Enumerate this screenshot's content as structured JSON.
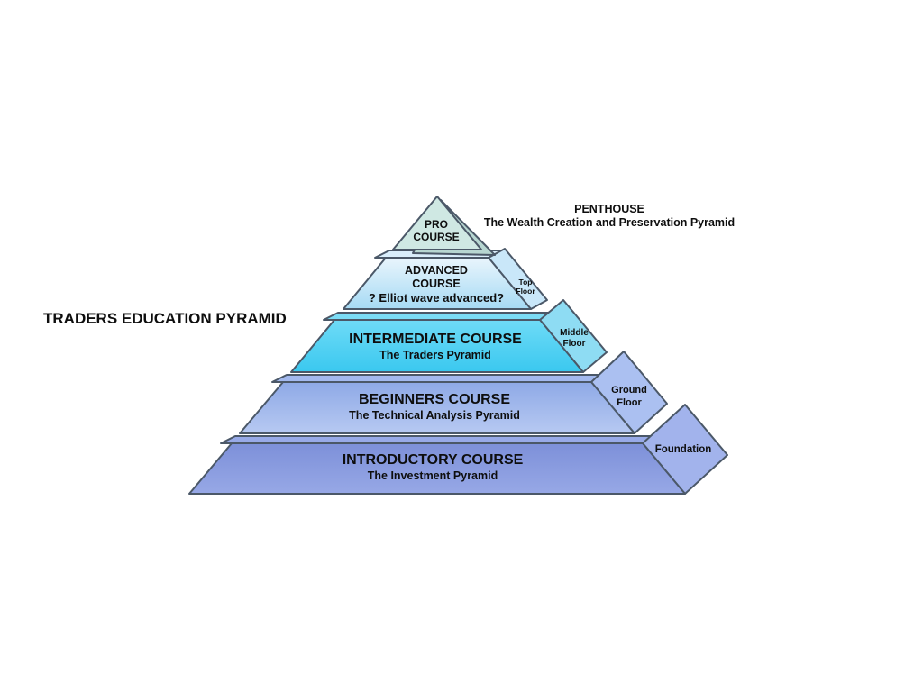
{
  "title": "TRADERS EDUCATION PYRAMID",
  "penthouse": {
    "title": "PENTHOUSE",
    "subtitle": "The Wealth Creation and Preservation Pyramid"
  },
  "levels": {
    "pro": {
      "line1": "PRO",
      "line2": "COURSE"
    },
    "advanced": {
      "line1": "ADVANCED",
      "line2": "COURSE",
      "line3": "? Elliot wave advanced?"
    },
    "intermediate": {
      "title": "INTERMEDIATE COURSE",
      "subtitle": "The Traders Pyramid"
    },
    "beginners": {
      "title": "BEGINNERS COURSE",
      "subtitle": "The Technical Analysis Pyramid"
    },
    "introductory": {
      "title": "INTRODUCTORY COURSE",
      "subtitle": "The Investment Pyramid"
    }
  },
  "floors": {
    "top": {
      "line1": "Top",
      "line2": "Floor"
    },
    "middle": {
      "line1": "Middle",
      "line2": "Floor"
    },
    "ground": {
      "line1": "Ground",
      "line2": "Floor"
    },
    "foundation": {
      "line1": "Foundation"
    }
  },
  "colors": {
    "stroke": "#4b5868",
    "pro_face": "#cfe8e3",
    "pro_shadow": "#b7d6d1",
    "advanced_top": "#e9f5fc",
    "advanced_bottom": "#a6daf4",
    "advanced_rim": "#daeefb",
    "top_floor_face": "#c9e7f9",
    "intermediate_top": "#6fdbf7",
    "intermediate_bottom": "#3ac8ef",
    "intermediate_rim": "#7cdcf5",
    "middle_floor_face": "#8edcf3",
    "beginners_top": "#8ea9e6",
    "beginners_bottom": "#b7c9f2",
    "beginners_rim": "#a3b9ee",
    "ground_floor_face": "#abc0f1",
    "introductory_top": "#7d90d9",
    "introductory_bottom": "#97a8e6",
    "introductory_rim": "#98aae8",
    "foundation_face": "#a2b3ec"
  }
}
